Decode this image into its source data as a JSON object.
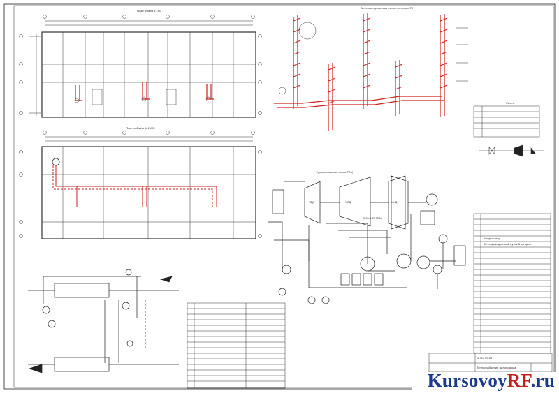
{
  "titles": {
    "plan_top": "План этажа 1:100",
    "plan_basement": "План подвала М 1:100",
    "axonometric": "Аксонометрическая схема системы Т3",
    "functional": "Функциональная схема ТЭЦ",
    "node_a": "Узел А"
  },
  "pressure_label": "0,06-0,25 МПа",
  "turbine_labels": {
    "hp": "ЧВД",
    "mp": "ЧСД",
    "lp": "ЧНД"
  },
  "spec_rows": {
    "condenser": "Конденсатор",
    "heater": "Теплофикационный пучок В конденс"
  },
  "stamp": {
    "doc_code": "ДП.13.03.01",
    "title": "Теплоснабжение жилого дома"
  },
  "watermark": {
    "main": "Kursovoy",
    "accent": "RF",
    "tail": ".ru"
  },
  "colors": {
    "line": "#222222",
    "heat_line": "#d02020",
    "watermark": "#1a3a8a"
  }
}
